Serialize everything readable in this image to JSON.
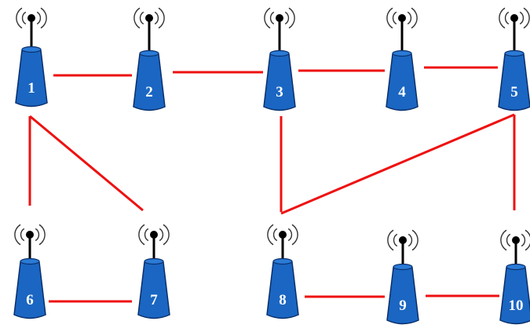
{
  "diagram": {
    "colors": {
      "link": "#ee1111",
      "tower_fill": "#1a66c2",
      "tower_stroke": "#0b2f6b",
      "antenna": "#000000",
      "label": "#ffffff",
      "background": "#ffffff"
    },
    "nodes": [
      {
        "id": 1,
        "label": "1"
      },
      {
        "id": 2,
        "label": "2"
      },
      {
        "id": 3,
        "label": "3"
      },
      {
        "id": 4,
        "label": "4"
      },
      {
        "id": 5,
        "label": "5"
      },
      {
        "id": 6,
        "label": "6"
      },
      {
        "id": 7,
        "label": "7"
      },
      {
        "id": 8,
        "label": "8"
      },
      {
        "id": 9,
        "label": "9"
      },
      {
        "id": 10,
        "label": "10"
      }
    ],
    "links": [
      {
        "from": 1,
        "to": 2
      },
      {
        "from": 2,
        "to": 3
      },
      {
        "from": 3,
        "to": 4
      },
      {
        "from": 4,
        "to": 5
      },
      {
        "from": 1,
        "to": 6
      },
      {
        "from": 1,
        "to": 7
      },
      {
        "from": 3,
        "to": 8
      },
      {
        "from": 5,
        "to": 8
      },
      {
        "from": 5,
        "to": 10
      },
      {
        "from": 6,
        "to": 7
      },
      {
        "from": 8,
        "to": 9
      },
      {
        "from": 9,
        "to": 10
      }
    ]
  }
}
